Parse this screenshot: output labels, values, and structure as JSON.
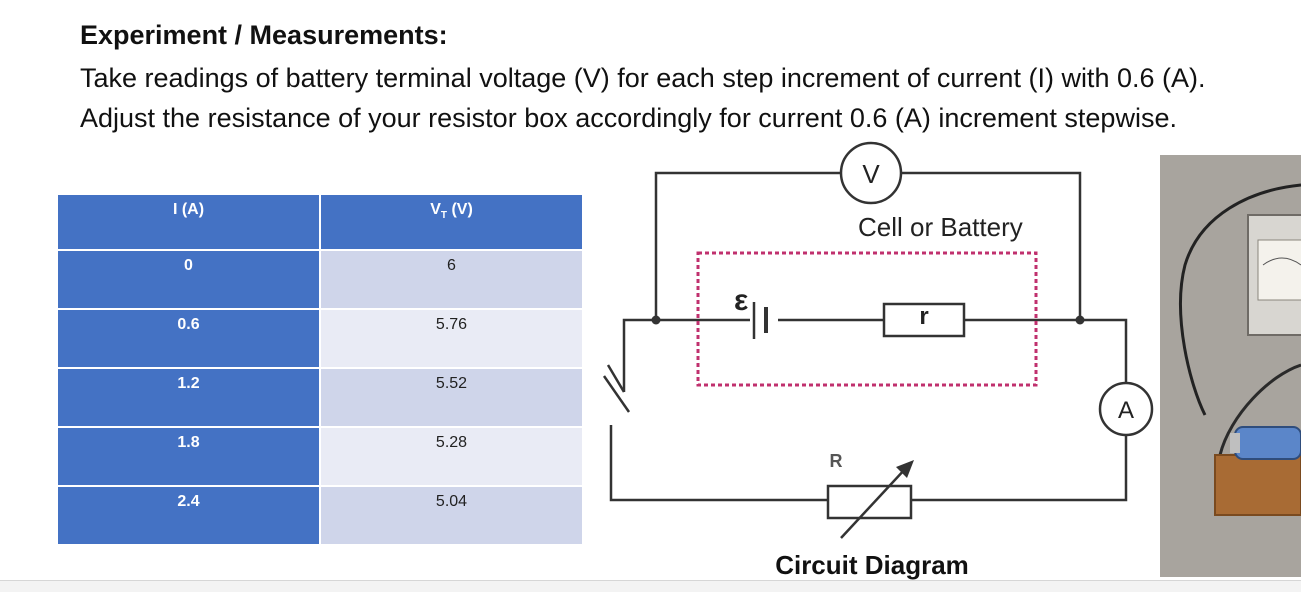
{
  "heading": "Experiment / Measurements:",
  "instructions": "Take readings of battery terminal voltage (V) for each step increment of current (I) with 0.6 (A). Adjust the resistance of your resistor box accordingly for current 0.6 (A) increment stepwise.",
  "table": {
    "header_current": "I (A)",
    "header_voltage_main": "V",
    "header_voltage_sub": "T",
    "header_voltage_unit": " (V)",
    "rows": [
      {
        "current": "0",
        "voltage": "6"
      },
      {
        "current": "0.6",
        "voltage": "5.76"
      },
      {
        "current": "1.2",
        "voltage": "5.52"
      },
      {
        "current": "1.8",
        "voltage": "5.28"
      },
      {
        "current": "2.4",
        "voltage": "5.04"
      }
    ]
  },
  "diagram": {
    "voltmeter_symbol": "V",
    "ammeter_symbol": "A",
    "cell_label": "Cell or Battery",
    "emf_symbol": "ε",
    "internal_resistor_label": "r",
    "variable_resistor_label": "R",
    "caption": "Circuit Diagram",
    "colors": {
      "wire": "#333333",
      "dashed_box": "#c0306e"
    }
  }
}
